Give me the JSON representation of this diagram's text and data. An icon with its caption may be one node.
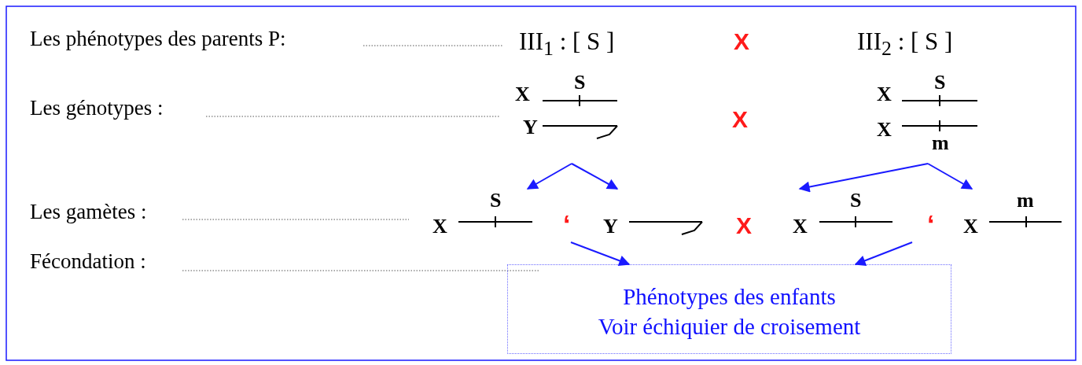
{
  "diagram": {
    "nodes": [
      {
        "text": [
          "X",
          "S",
          "Y"
        ]
      },
      {
        "text": [
          "X",
          "S",
          "X",
          "m"
        ]
      },
      {
        "text": [
          "S",
          "X"
        ]
      },
      {
        "text": [
          "Y"
        ]
      },
      {
        "text": [
          "S",
          "X"
        ]
      },
      {
        "text": [
          "m",
          "X"
        ]
      },
      {
        "text": [
          "Phénotypes des enfants",
          "Voir échiquier de croisement"
        ]
      }
    ],
    "edges": [
      {
        "from": 0,
        "to": 2,
        "arrow": "to"
      },
      {
        "from": 0,
        "to": 3,
        "arrow": "to"
      },
      {
        "from": 1,
        "to": 4,
        "arrow": "to"
      },
      {
        "from": 1,
        "to": 5,
        "arrow": "to"
      },
      {
        "from": null,
        "to": 6,
        "arrow": "to"
      },
      {
        "from": null,
        "to": 6,
        "arrow": "to"
      }
    ],
    "labels": [
      "Les phénotypes des parents P:",
      "III$_{1}$ : [ S ]",
      "X",
      "III$_{2}$ : [ S ]",
      "Les génotypes :",
      "X",
      "Les gamètes :",
      "‘",
      "X",
      "‘",
      "Fécondation :"
    ]
  }
}
